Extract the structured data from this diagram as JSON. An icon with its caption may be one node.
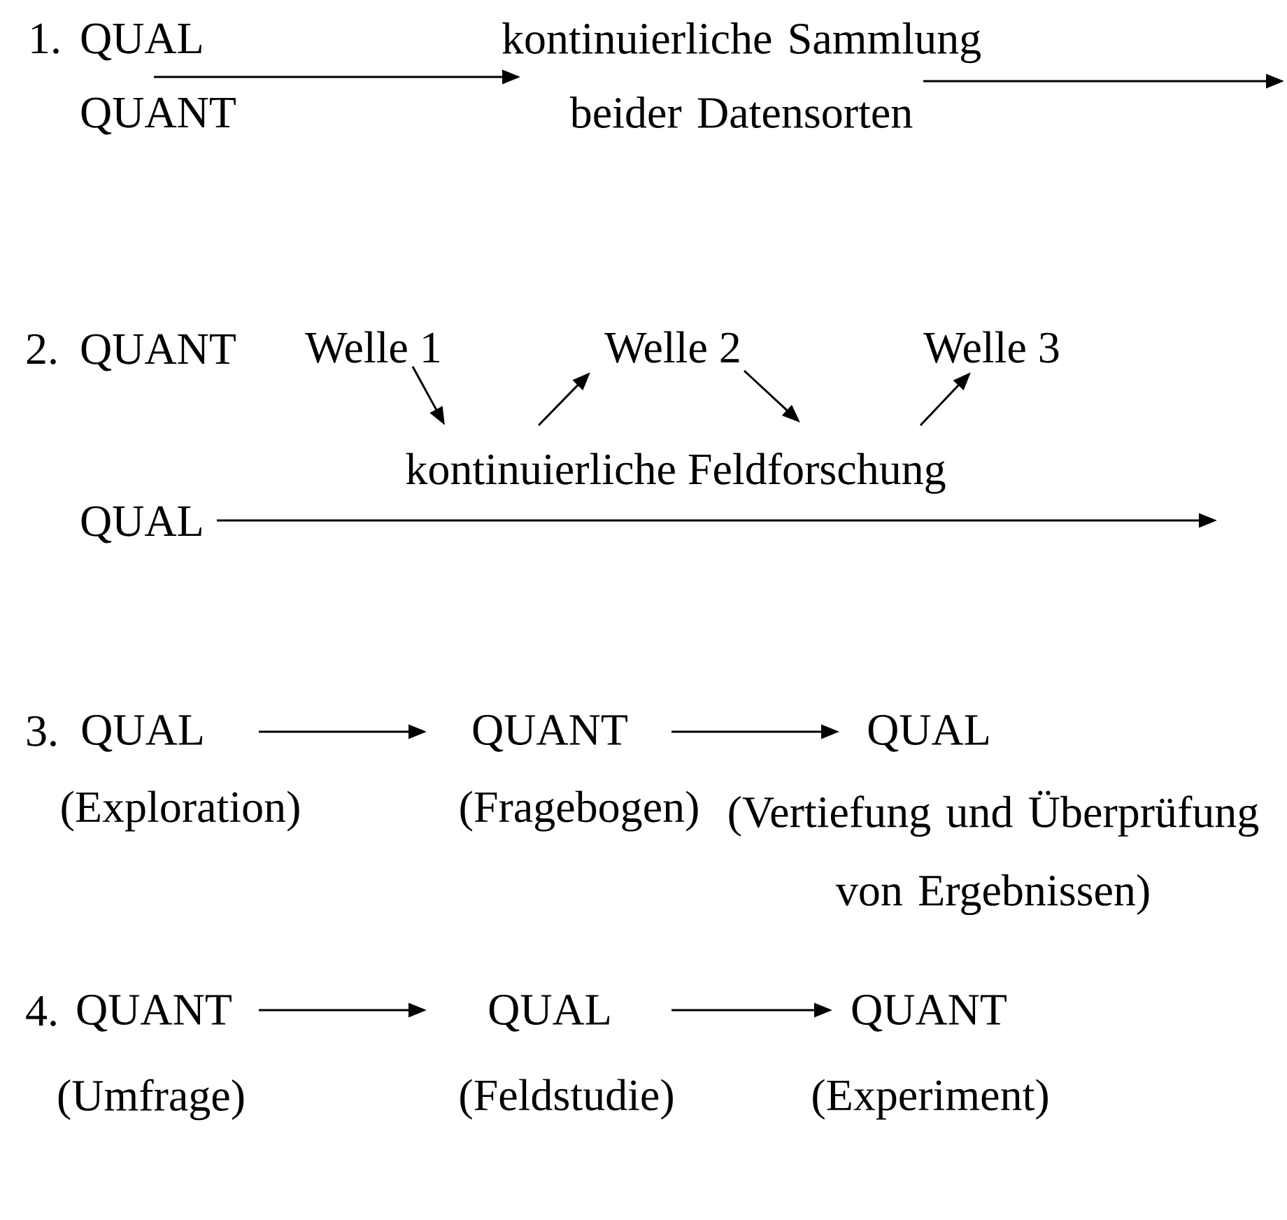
{
  "diagram": {
    "nodes": [
      {
        "text": [
          "QUAL"
        ]
      },
      {
        "text": [
          "QUANT"
        ]
      },
      {
        "text": [
          "kontinuierliche Sammlung beider Datensorten"
        ]
      },
      {
        "text": [
          "Welle 1"
        ]
      },
      {
        "text": [
          "Welle 2"
        ]
      },
      {
        "text": [
          "Welle 3"
        ]
      },
      {
        "text": [
          "kontinuierliche Feldforschung"
        ]
      },
      {
        "text": [
          "QUAL"
        ]
      },
      {
        "text": [
          "QUAL",
          "(Exploration)"
        ]
      },
      {
        "text": [
          "QUANT",
          "(Fragebogen)"
        ]
      },
      {
        "text": [
          "QUAL",
          "(Vertiefung und Überprüfung von Ergebnissen)"
        ]
      },
      {
        "text": [
          "QUANT",
          "(Umfrage)"
        ]
      },
      {
        "text": [
          "QUAL",
          "(Feldstudie)"
        ]
      },
      {
        "text": [
          "QUANT",
          "(Experiment)"
        ]
      }
    ],
    "edges": [
      {
        "from": 0,
        "to": 2,
        "arrow": "to"
      },
      {
        "from": 1,
        "to": 2,
        "arrow": "to"
      },
      {
        "from": 2,
        "to": null,
        "arrow": "to"
      },
      {
        "from": 3,
        "to": 6,
        "arrow": "to"
      },
      {
        "from": 6,
        "to": 4,
        "arrow": "to"
      },
      {
        "from": 4,
        "to": 6,
        "arrow": "to"
      },
      {
        "from": 6,
        "to": 5,
        "arrow": "to"
      },
      {
        "from": 7,
        "to": null,
        "arrow": "to"
      },
      {
        "from": 8,
        "to": 9,
        "arrow": "to"
      },
      {
        "from": 9,
        "to": 10,
        "arrow": "to"
      },
      {
        "from": 11,
        "to": 12,
        "arrow": "to"
      },
      {
        "from": 12,
        "to": 13,
        "arrow": "to"
      }
    ],
    "labels": [
      "1.",
      "2.",
      "QUANT",
      "3.",
      "4."
    ]
  }
}
